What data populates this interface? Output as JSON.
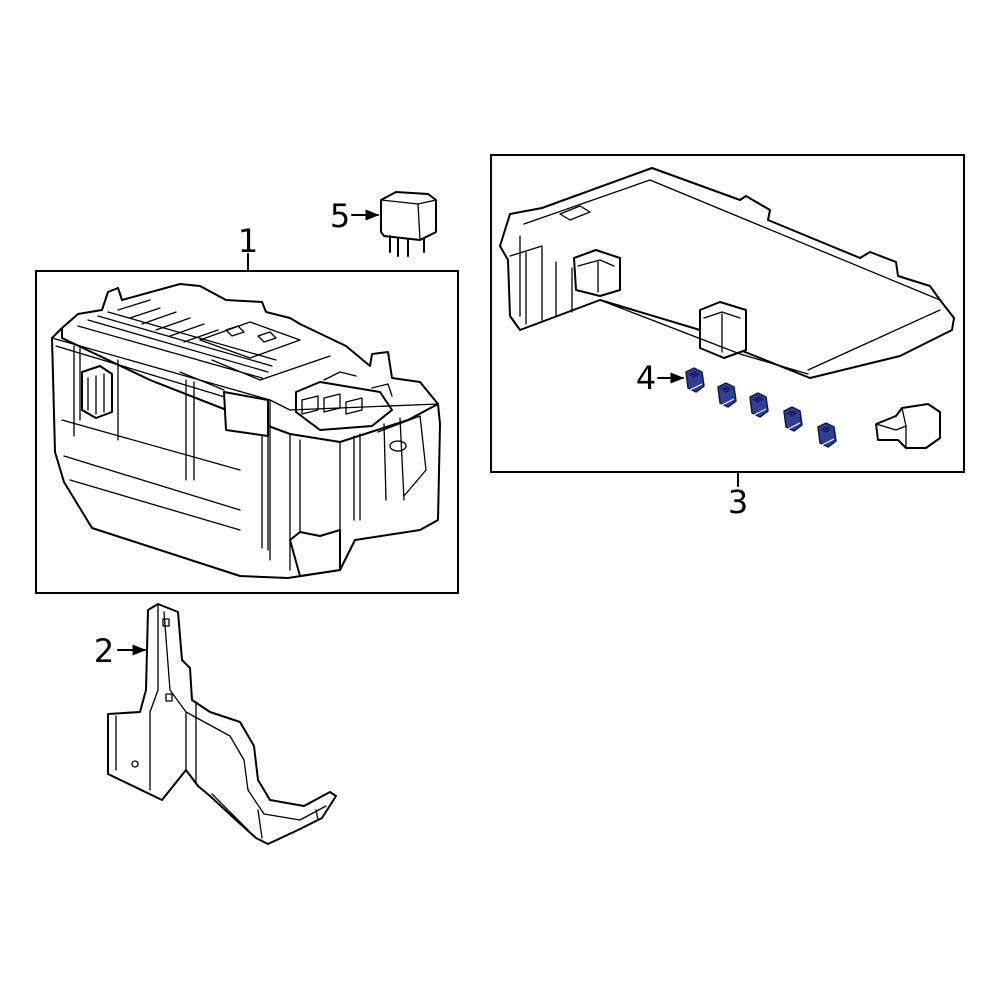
{
  "callouts": {
    "c1": "1",
    "c2": "2",
    "c3": "3",
    "c4": "4",
    "c5": "5"
  },
  "colors": {
    "line": "#000000",
    "highlight": "#2f3f96",
    "highlight_dark": "#1a2466",
    "background": "#ffffff"
  }
}
